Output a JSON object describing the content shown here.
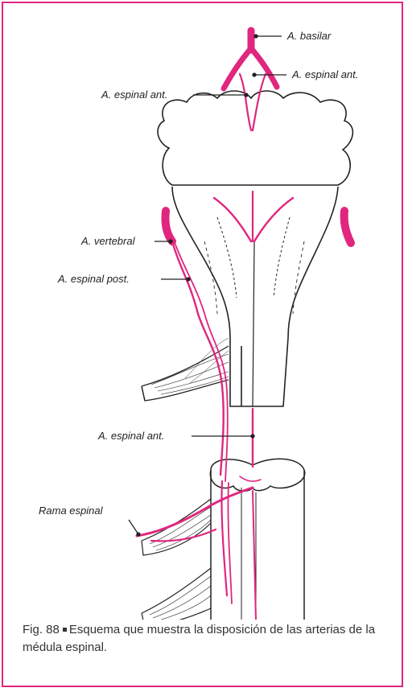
{
  "labels": {
    "basilar": "A. basilar",
    "spinal_ant_right": "A. espinal ant.",
    "spinal_ant_left": "A. espinal ant.",
    "vertebral": "A. vertebral",
    "spinal_post": "A. espinal post.",
    "spinal_ant_mid": "A. espinal ant.",
    "spinal_branch": "Rama espinal"
  },
  "caption": {
    "figure_number": "Fig. 88",
    "text": "Esquema que muestra la disposición de las arterias de la médula espinal."
  },
  "colors": {
    "artery": "#e0267f",
    "frame": "#e0267f",
    "outline": "#222222"
  }
}
